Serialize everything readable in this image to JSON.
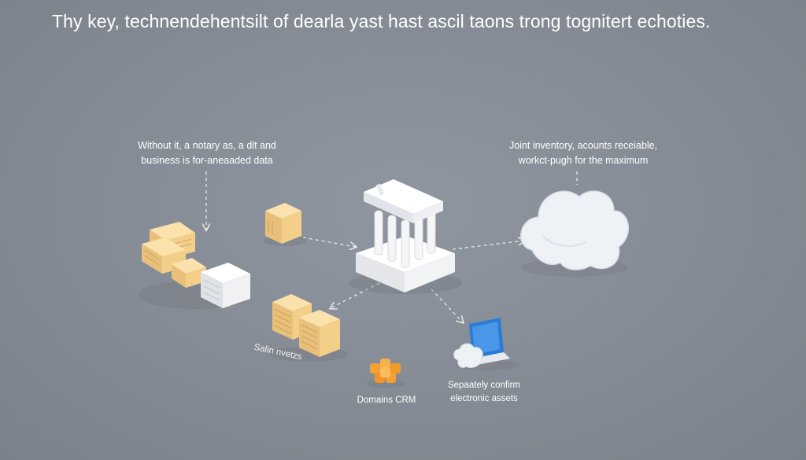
{
  "headline": "Thy key, technendehentsilt of dearla yast hast ascil taons trong tognitert echoties.",
  "notes": {
    "left": [
      "Without it, a notary  as, a dlt and",
      "business is for-aneaaded data"
    ],
    "right": [
      "Joint inventory, acounts receiable,",
      "workct-pugh for the maximum"
    ]
  },
  "captions": {
    "salin": "Salin  nvetzs",
    "domains": "Domains CRM",
    "separately": [
      "Sepaately confirm",
      "electronic assets"
    ]
  },
  "icons": {
    "hub": "bank-building-icon",
    "cloud": "cloud-icon",
    "left_stack": "server-boxes-icon",
    "box": "box-icon",
    "servers": "server-rack-icon",
    "blocks": "cube-cluster-icon",
    "laptop": "laptop-cloud-icon"
  },
  "colors": {
    "background": "#868c95",
    "accent_box": "#f3cf8a",
    "accent_orange": "#f5a030",
    "accent_blue": "#2c7bd6",
    "hub": "#f4f4f4",
    "cloud": "#e8eef5",
    "connector": "#e8e8e8"
  }
}
